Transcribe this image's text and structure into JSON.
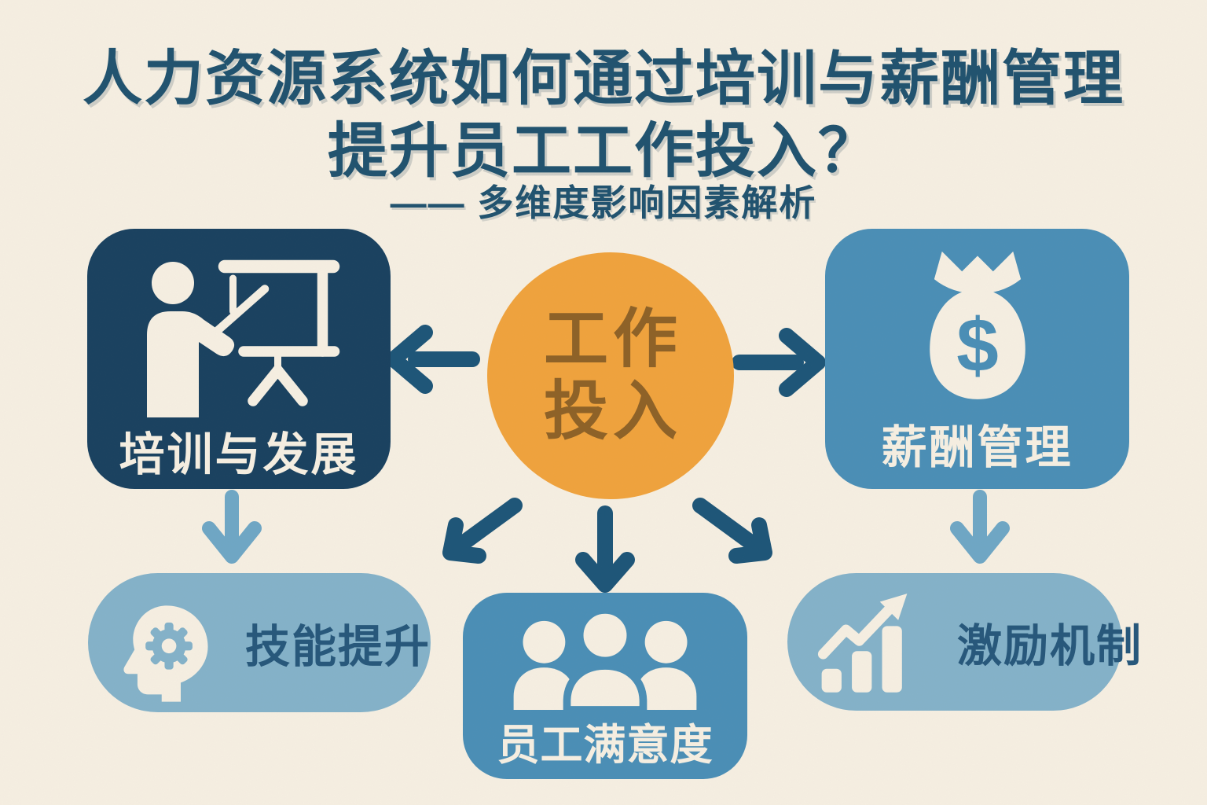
{
  "header": {
    "title_line1": "人力资源系统如何通过培训与薪酬管理",
    "title_line2": "提升员工工作投入？",
    "subtitle": "—— 多维度影响因素解析"
  },
  "center_node": {
    "label_line1": "工作",
    "label_line2": "投入"
  },
  "nodes": {
    "training": {
      "label": "培训与发展",
      "icon": "presenter-board-icon"
    },
    "compensation": {
      "label": "薪酬管理",
      "icon": "money-bag-icon"
    },
    "skills": {
      "label": "技能提升",
      "icon": "head-gear-icon"
    },
    "satisfaction": {
      "label": "员工满意度",
      "icon": "team-people-icon"
    },
    "incentive": {
      "label": "激励机制",
      "icon": "growth-chart-icon"
    }
  },
  "icons": {
    "dollar_glyph": "$"
  },
  "colors": {
    "background": "#f6efe2",
    "title_text": "#21536f",
    "dark_navy_box": "#1a4260",
    "medium_blue_box": "#4b8fb6",
    "light_blue_box": "#85b2c9",
    "orange_circle": "#f0a33d",
    "circle_text_brown": "#8f6227",
    "cream_icon_text": "#f6efe2",
    "pill_label_blue": "#27587b",
    "arrow_dark": "#1e5678",
    "arrow_light": "#6fa7c5"
  }
}
